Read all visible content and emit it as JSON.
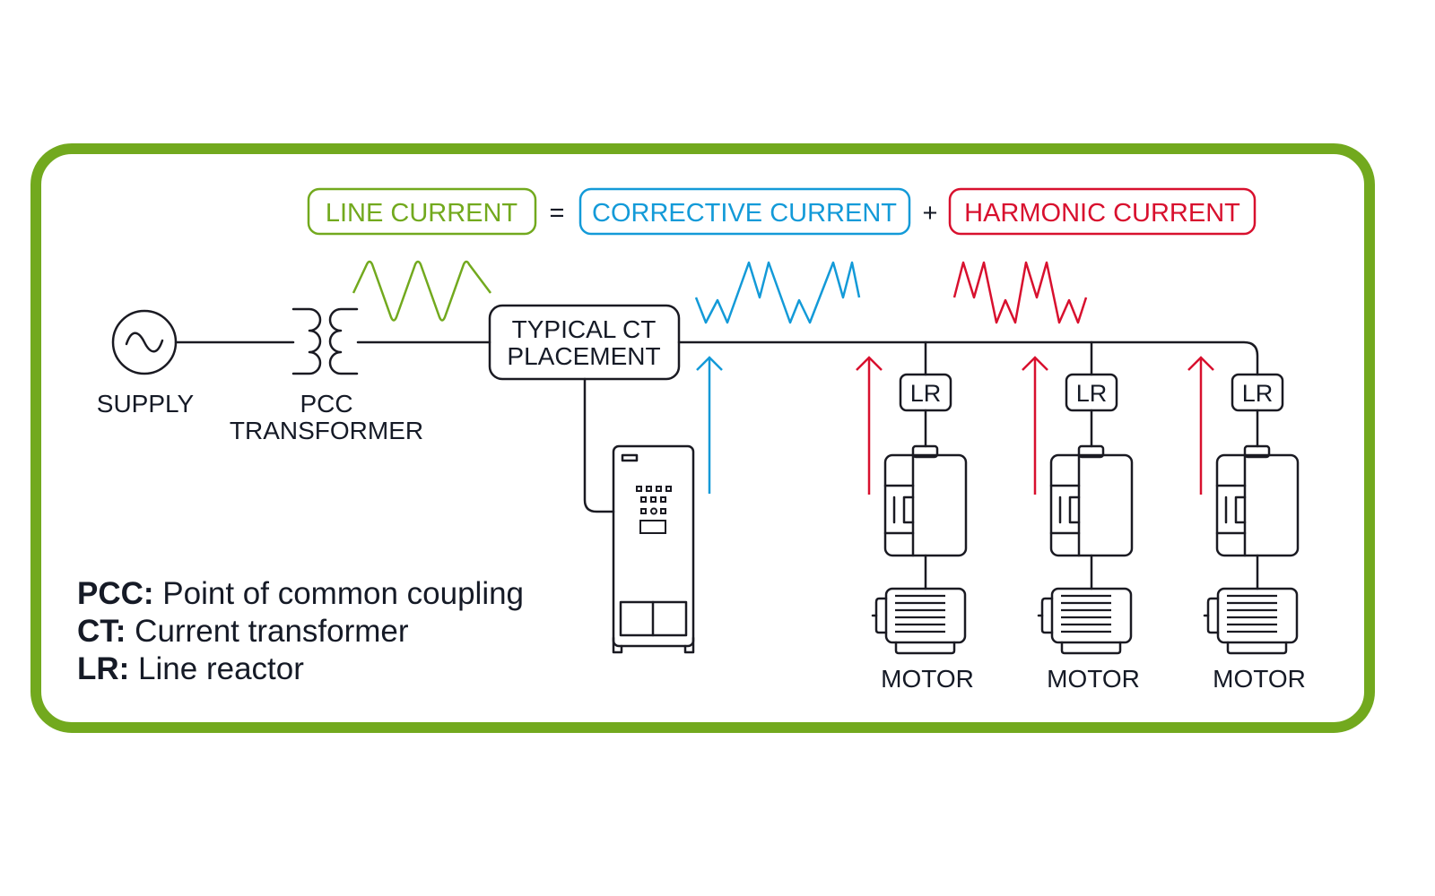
{
  "colors": {
    "frame": "#72a91e",
    "line_current": "#72a91e",
    "corrective_current": "#139ad8",
    "harmonic_current": "#d8102e",
    "ink": "#151a26"
  },
  "equation": {
    "line_current": "LINE CURRENT",
    "equals": "=",
    "corrective_current": "CORRECTIVE CURRENT",
    "plus": "+",
    "harmonic_current": "HARMONIC CURRENT"
  },
  "components": {
    "supply": "SUPPLY",
    "transformer_line1": "PCC",
    "transformer_line2": "TRANSFORMER",
    "ct_line1": "TYPICAL CT",
    "ct_line2": "PLACEMENT",
    "line_reactor": "LR",
    "motors": [
      "MOTOR",
      "MOTOR",
      "MOTOR"
    ]
  },
  "legend": [
    {
      "abbr": "PCC:",
      "text": "Point of common coupling"
    },
    {
      "abbr": "CT:",
      "text": "Current transformer"
    },
    {
      "abbr": "LR:",
      "text": "Line reactor"
    }
  ]
}
